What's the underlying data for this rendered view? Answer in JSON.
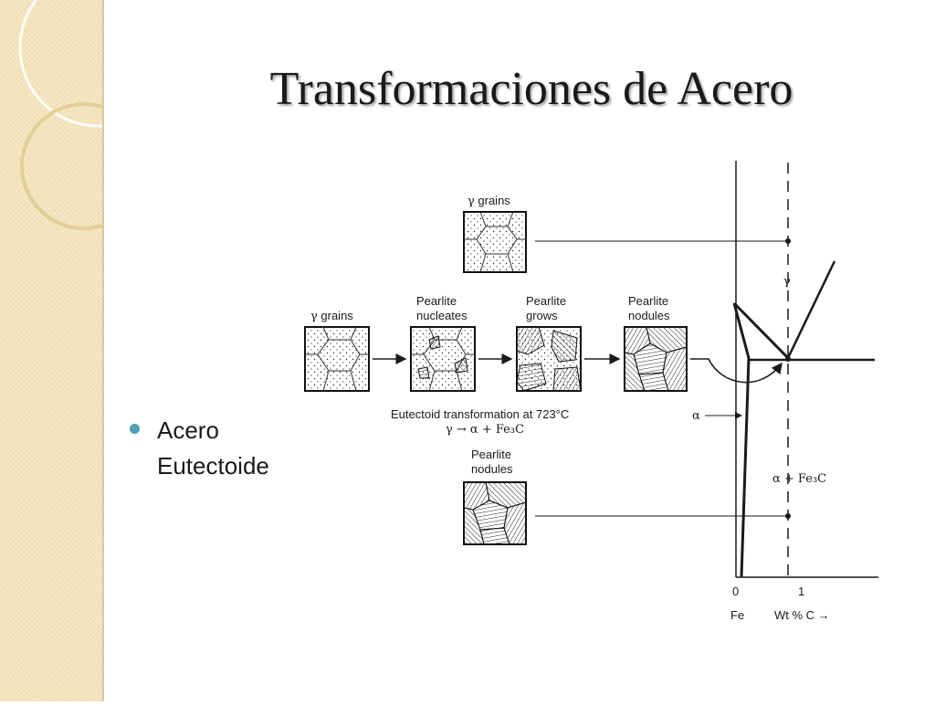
{
  "slide": {
    "title": "Transformaciones de Acero",
    "bullet": [
      "Acero",
      "Eutectoide"
    ]
  },
  "diagram": {
    "top_box_label": [
      "γ",
      " grains"
    ],
    "row_labels": [
      [
        "γ",
        " grains"
      ],
      [
        "Pearlite",
        "nucleates"
      ],
      [
        "Pearlite",
        "grows"
      ],
      [
        "Pearlite",
        "nodules"
      ]
    ],
    "bottom_box_label": [
      "Pearlite",
      "nodules"
    ],
    "eutectoid_title": "Eutectoid transformation at 723°C",
    "eutectoid_reaction": "γ → α + Fe₃C",
    "phase_labels": {
      "gamma": "γ",
      "alpha": "α",
      "alpha_fe3c": "α + Fe₃C"
    },
    "axis": {
      "tick_0": "0",
      "tick_1": "1",
      "element": "Fe",
      "quantity": "Wt % C →"
    }
  }
}
